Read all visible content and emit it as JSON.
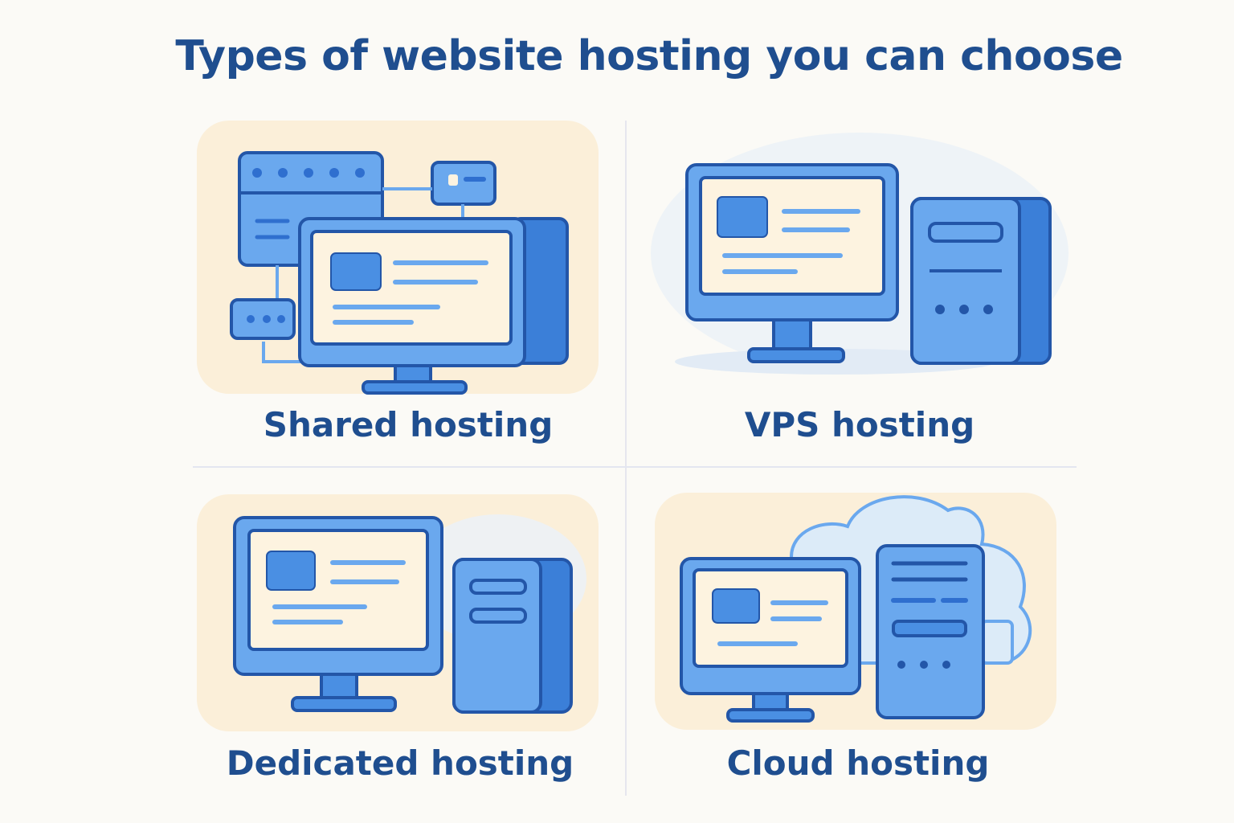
{
  "title": "Types of website hosting you can choose",
  "panels": [
    {
      "label": "Shared hosting",
      "icon": "shared-hosting-illustration"
    },
    {
      "label": "VPS hosting",
      "icon": "vps-hosting-illustration"
    },
    {
      "label": "Dedicated hosting",
      "icon": "dedicated-hosting-illustration"
    },
    {
      "label": "Cloud hosting",
      "icon": "cloud-hosting-illustration"
    }
  ],
  "colors": {
    "title": "#1f4e8f",
    "blue_fill": "#6aa8ee",
    "blue_dark": "#2f6fcf",
    "outline": "#2356a8",
    "screen": "#fdf3e0",
    "panel_bg": "#fbefd9"
  }
}
